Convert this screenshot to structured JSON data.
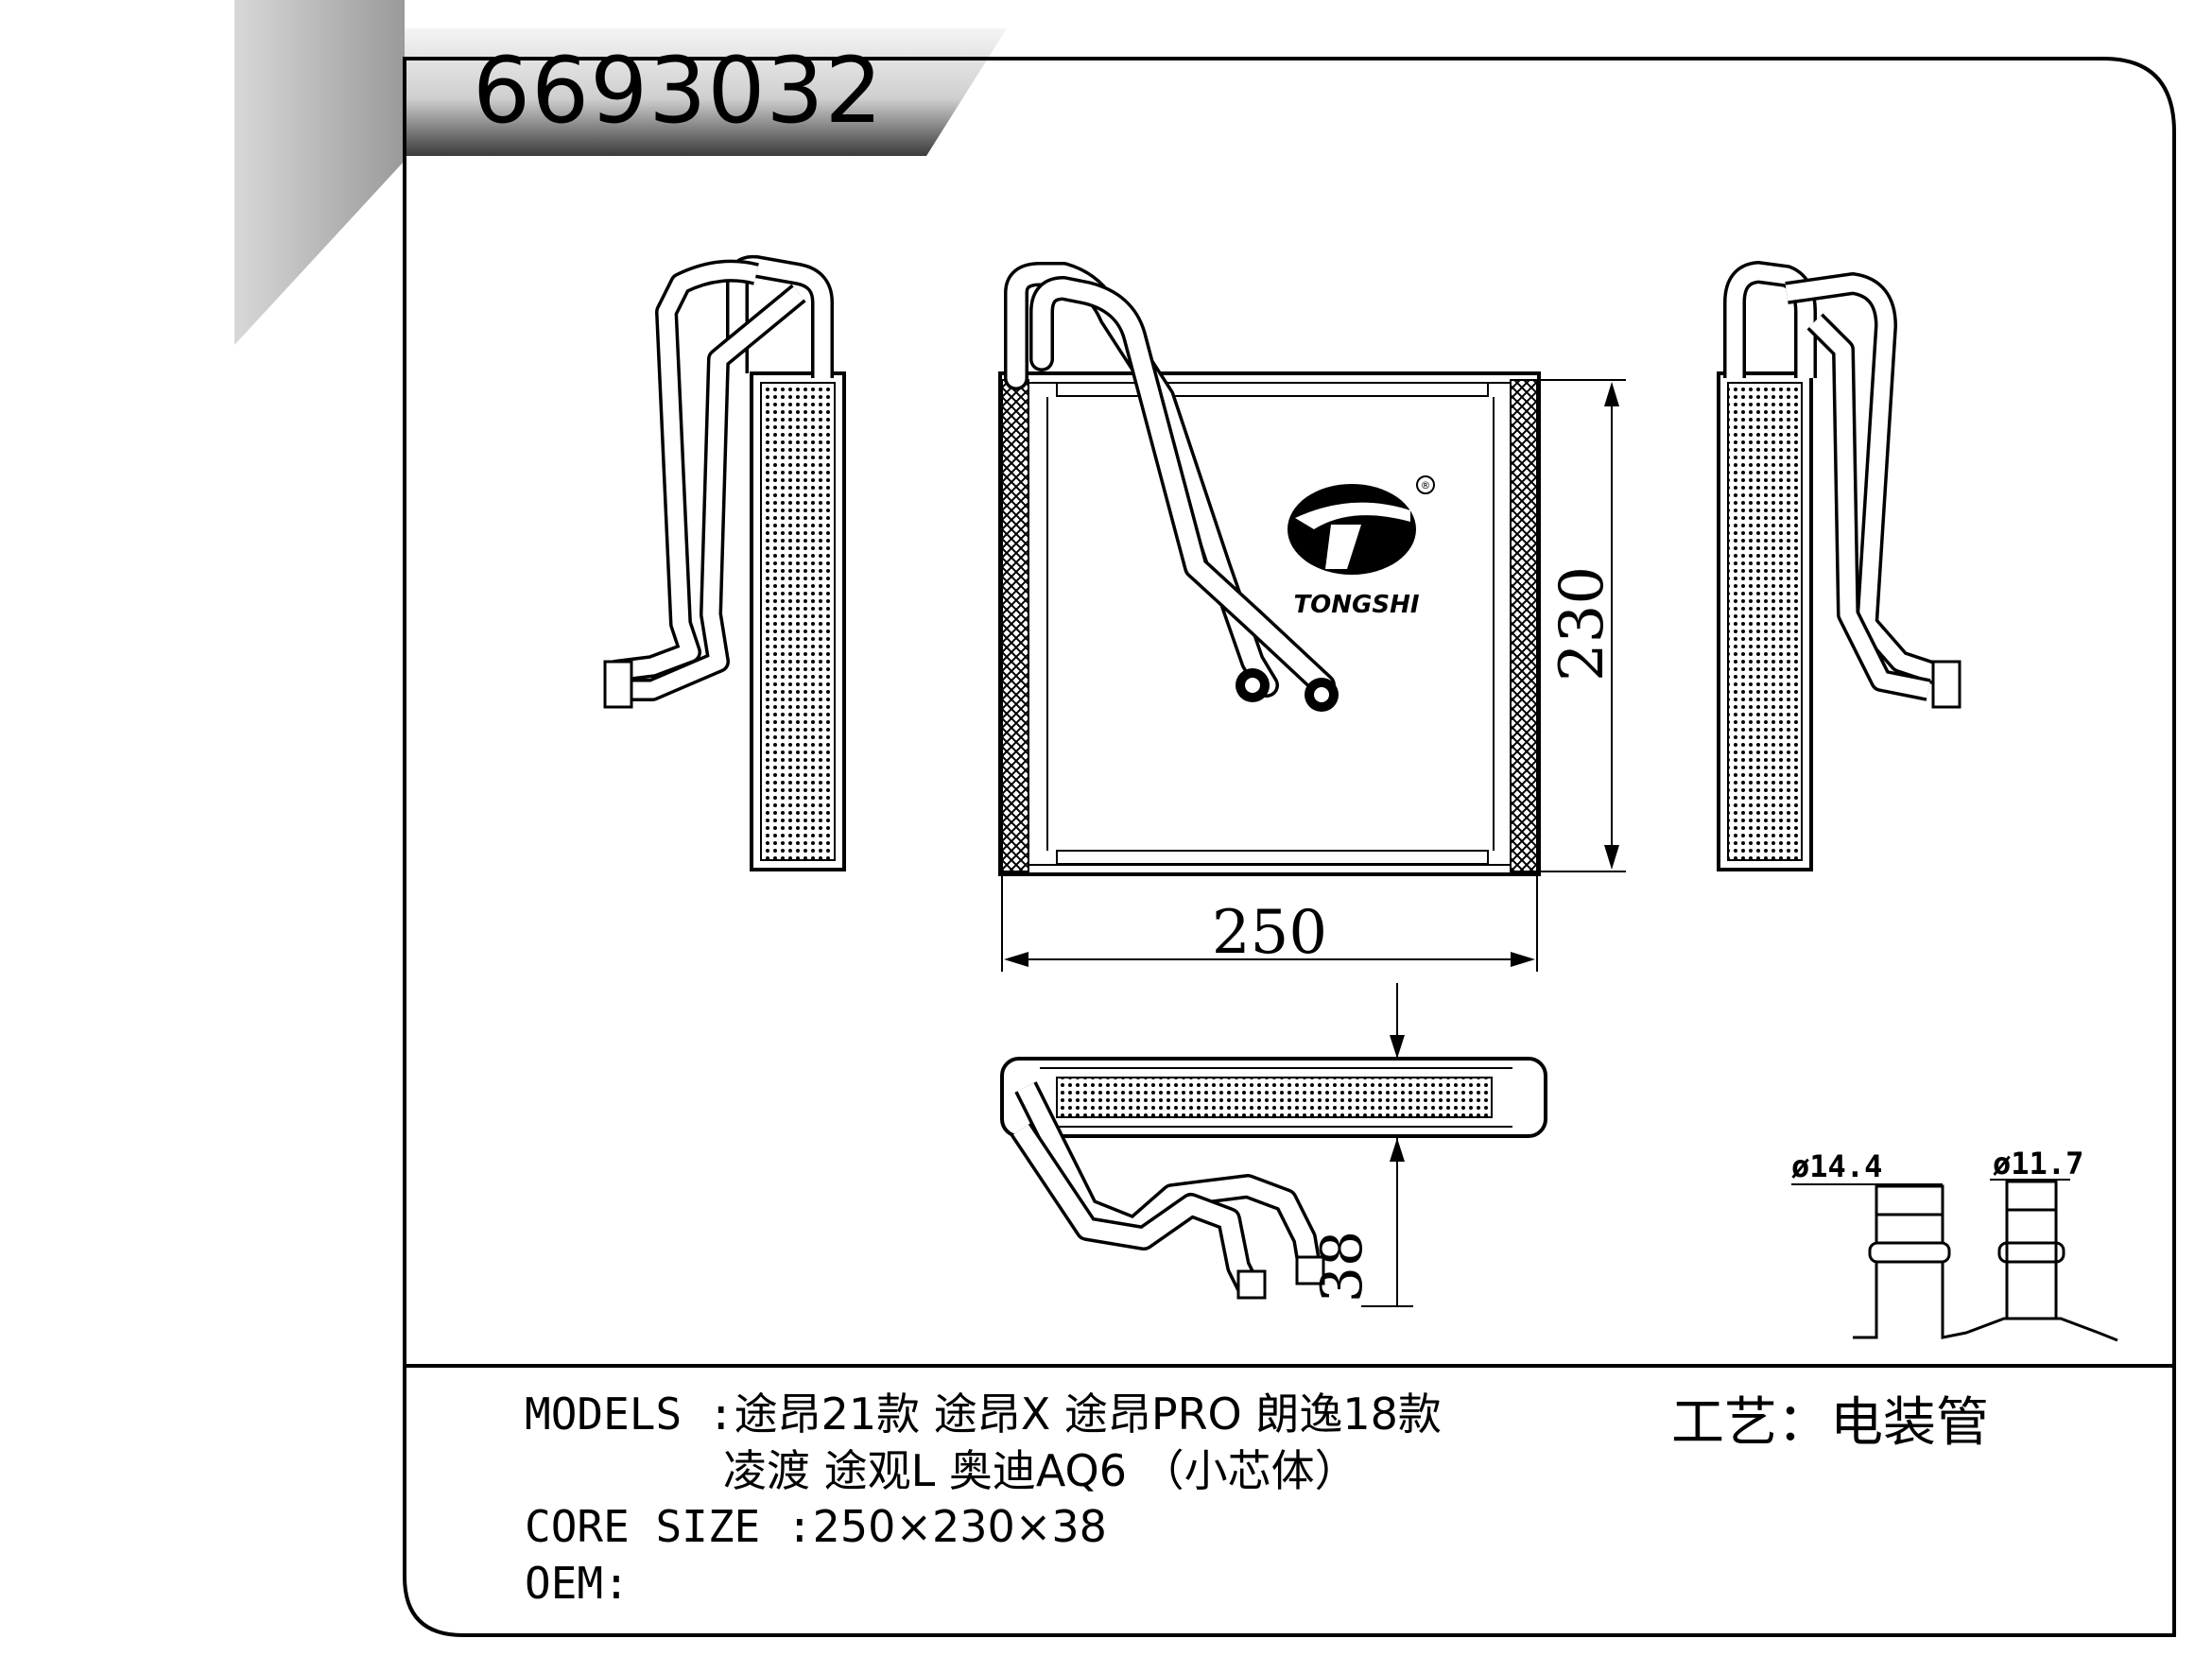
{
  "part_number": "6693032",
  "brand": {
    "name": "TONGSHI",
    "mark": "®"
  },
  "dimensions": {
    "width": "250",
    "height": "230",
    "depth": "38"
  },
  "fittings": {
    "left": "ø14.4",
    "right": "ø11.7"
  },
  "info": {
    "models_label": "MODELS :",
    "models_line1": "途昂21款 途昂X 途昂PRO 朗逸18款",
    "models_line2": "凌渡 途观L 奥迪AQ6 （小芯体）",
    "core_size_label": "CORE SIZE :",
    "core_size_value": "250×230×38",
    "oem_label": "OEM:",
    "oem_value": "",
    "process": "工艺：电装管"
  }
}
